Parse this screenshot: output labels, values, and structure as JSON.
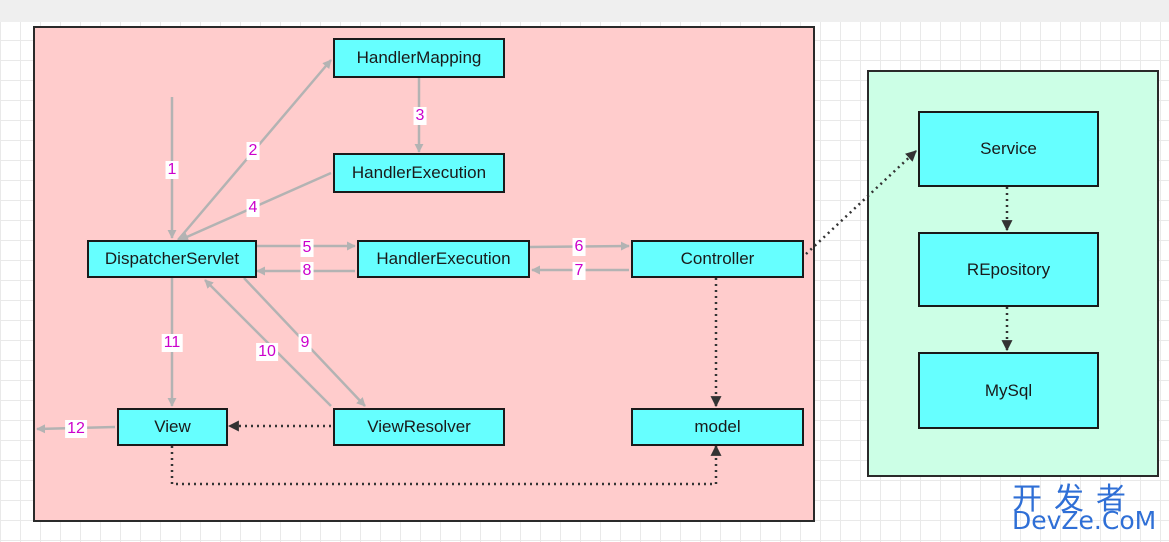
{
  "nodes": {
    "handler_mapping": "HandlerMapping",
    "handler_execution_top": "HandlerExecution",
    "dispatcher_servlet": "DispatcherServlet",
    "handler_execution_mid": "HandlerExecution",
    "controller": "Controller",
    "view": "View",
    "view_resolver": "ViewResolver",
    "model": "model",
    "service": "Service",
    "repository": "REpository",
    "mysql": "MySql"
  },
  "step_labels": {
    "s1": "1",
    "s2": "2",
    "s3": "3",
    "s4": "4",
    "s5": "5",
    "s6": "6",
    "s7": "7",
    "s8": "8",
    "s9": "9",
    "s10": "10",
    "s11": "11",
    "s12": "12"
  },
  "watermark": {
    "line1": "开发者",
    "line2": "DevZe.CoM"
  },
  "colors": {
    "left_panel": "#ffcccc",
    "right_panel": "#ccffe6",
    "node_fill": "#66ffff",
    "step_label": "#cc00cc",
    "solid_arrow": "#b3b3b3",
    "dotted_arrow": "#333333",
    "watermark": "#2f6fd6"
  }
}
